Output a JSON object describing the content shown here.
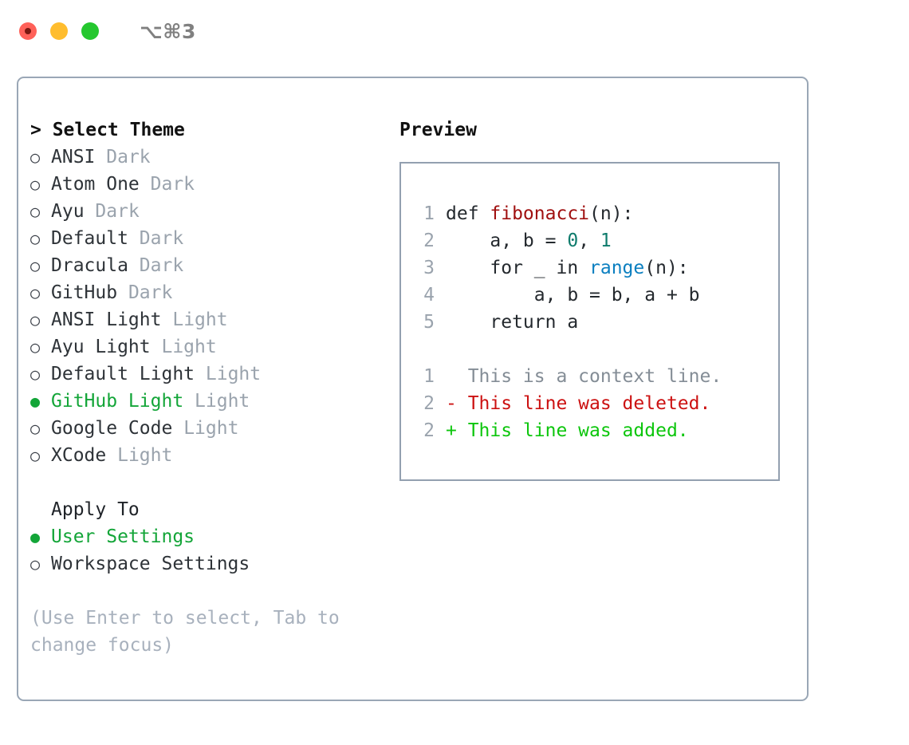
{
  "titlebar": {
    "shortcut": "⌥⌘3",
    "lights": [
      "close",
      "minimize",
      "maximize"
    ]
  },
  "left": {
    "header": "> Select Theme",
    "themes": [
      {
        "bullet": "○",
        "name": "ANSI",
        "variant": "Dark",
        "selected": false
      },
      {
        "bullet": "○",
        "name": "Atom One",
        "variant": "Dark",
        "selected": false
      },
      {
        "bullet": "○",
        "name": "Ayu",
        "variant": "Dark",
        "selected": false
      },
      {
        "bullet": "○",
        "name": "Default",
        "variant": "Dark",
        "selected": false
      },
      {
        "bullet": "○",
        "name": "Dracula",
        "variant": "Dark",
        "selected": false
      },
      {
        "bullet": "○",
        "name": "GitHub",
        "variant": "Dark",
        "selected": false
      },
      {
        "bullet": "○",
        "name": "ANSI Light",
        "variant": "Light",
        "selected": false
      },
      {
        "bullet": "○",
        "name": "Ayu Light",
        "variant": "Light",
        "selected": false
      },
      {
        "bullet": "○",
        "name": "Default Light",
        "variant": "Light",
        "selected": false
      },
      {
        "bullet": "●",
        "name": "GitHub Light",
        "variant": "Light",
        "selected": true
      },
      {
        "bullet": "○",
        "name": "Google Code",
        "variant": "Light",
        "selected": false
      },
      {
        "bullet": "○",
        "name": "XCode",
        "variant": "Light",
        "selected": false
      }
    ],
    "apply_to": {
      "header": "Apply To",
      "options": [
        {
          "bullet": "●",
          "label": "User Settings",
          "selected": true
        },
        {
          "bullet": "○",
          "label": "Workspace Settings",
          "selected": false
        }
      ]
    },
    "hint": "(Use Enter to select, Tab to change focus)"
  },
  "right": {
    "header": "Preview",
    "code_lines": [
      {
        "no": "1",
        "tokens": [
          {
            "t": "def ",
            "c": "plain"
          },
          {
            "t": "fibonacci",
            "c": "fn"
          },
          {
            "t": "(n):",
            "c": "plain"
          }
        ]
      },
      {
        "no": "2",
        "tokens": [
          {
            "t": "    a, b = ",
            "c": "plain"
          },
          {
            "t": "0",
            "c": "num"
          },
          {
            "t": ", ",
            "c": "plain"
          },
          {
            "t": "1",
            "c": "num"
          }
        ]
      },
      {
        "no": "3",
        "tokens": [
          {
            "t": "    for _ in ",
            "c": "plain"
          },
          {
            "t": "range",
            "c": "kw"
          },
          {
            "t": "(n):",
            "c": "plain"
          }
        ]
      },
      {
        "no": "4",
        "tokens": [
          {
            "t": "        a, b = b, a + b",
            "c": "plain"
          }
        ]
      },
      {
        "no": "5",
        "tokens": [
          {
            "t": "    return a",
            "c": "plain"
          }
        ]
      }
    ],
    "diff_lines": [
      {
        "no": "1",
        "marker": " ",
        "text": "  This is a context line.",
        "kind": "ctx"
      },
      {
        "no": "2",
        "marker": "-",
        "text": "- This line was deleted.",
        "kind": "del"
      },
      {
        "no": "2",
        "marker": "+",
        "text": "+ This line was added.",
        "kind": "add"
      }
    ]
  },
  "colors": {
    "accent_green": "#13a538",
    "diff_add": "#0dc60d",
    "diff_del": "#cc1111",
    "border": "#9aa7b6",
    "muted": "#9aa3ad",
    "hint": "#a8b1bd",
    "fn": "#a01010",
    "kw": "#0b7fc0",
    "num": "#0e7b6c"
  }
}
